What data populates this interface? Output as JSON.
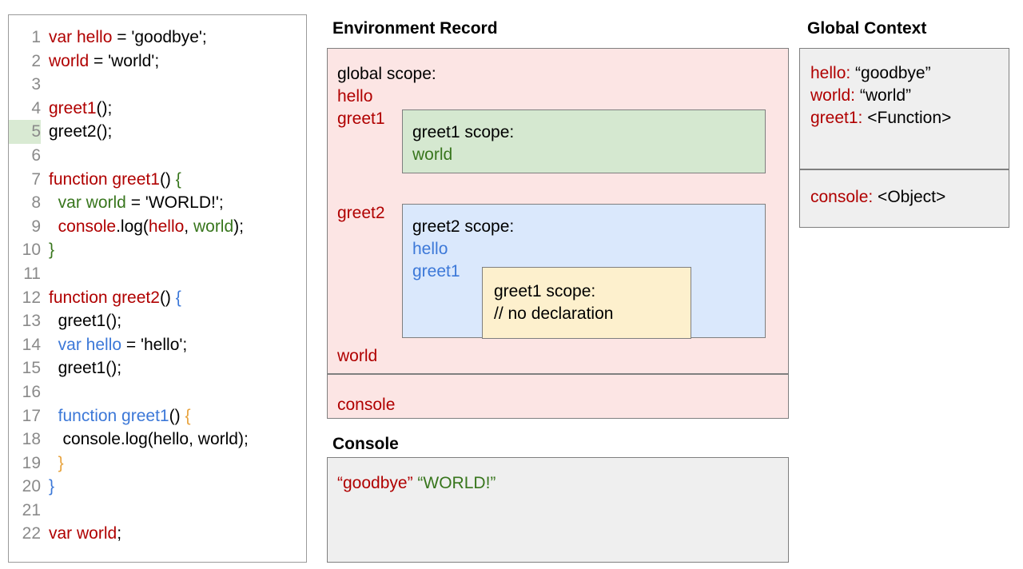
{
  "code_panel": {
    "highlighted_line": 5,
    "lines": [
      {
        "n": "1",
        "tokens": [
          {
            "t": "var hello",
            "c": "red"
          },
          {
            "t": " = 'goodbye';",
            "c": "black"
          }
        ]
      },
      {
        "n": "2",
        "tokens": [
          {
            "t": "world",
            "c": "red"
          },
          {
            "t": " = 'world';",
            "c": "black"
          }
        ]
      },
      {
        "n": "3",
        "tokens": []
      },
      {
        "n": "4",
        "tokens": [
          {
            "t": "greet1",
            "c": "red"
          },
          {
            "t": "();",
            "c": "black"
          }
        ]
      },
      {
        "n": "5",
        "tokens": [
          {
            "t": "greet2();",
            "c": "black"
          }
        ]
      },
      {
        "n": "6",
        "tokens": []
      },
      {
        "n": "7",
        "tokens": [
          {
            "t": "function greet1",
            "c": "red"
          },
          {
            "t": "() ",
            "c": "black"
          },
          {
            "t": "{",
            "c": "green"
          }
        ]
      },
      {
        "n": "8",
        "tokens": [
          {
            "t": "  ",
            "c": "black"
          },
          {
            "t": "var world",
            "c": "green"
          },
          {
            "t": " = 'WORLD!';",
            "c": "black"
          }
        ]
      },
      {
        "n": "9",
        "tokens": [
          {
            "t": "  ",
            "c": "black"
          },
          {
            "t": "console",
            "c": "red"
          },
          {
            "t": ".log(",
            "c": "black"
          },
          {
            "t": "hello",
            "c": "red"
          },
          {
            "t": ", ",
            "c": "black"
          },
          {
            "t": "world",
            "c": "green"
          },
          {
            "t": ");",
            "c": "black"
          }
        ]
      },
      {
        "n": "10",
        "tokens": [
          {
            "t": "}",
            "c": "green"
          }
        ]
      },
      {
        "n": "11",
        "tokens": []
      },
      {
        "n": "12",
        "tokens": [
          {
            "t": "function greet2",
            "c": "red"
          },
          {
            "t": "() ",
            "c": "black"
          },
          {
            "t": "{",
            "c": "blue"
          }
        ]
      },
      {
        "n": "13",
        "tokens": [
          {
            "t": "  greet1();",
            "c": "black"
          }
        ]
      },
      {
        "n": "14",
        "tokens": [
          {
            "t": "  ",
            "c": "black"
          },
          {
            "t": "var hello",
            "c": "blue"
          },
          {
            "t": " = 'hello';",
            "c": "black"
          }
        ]
      },
      {
        "n": "15",
        "tokens": [
          {
            "t": "  greet1();",
            "c": "black"
          }
        ]
      },
      {
        "n": "16",
        "tokens": []
      },
      {
        "n": "17",
        "tokens": [
          {
            "t": "  ",
            "c": "black"
          },
          {
            "t": "function greet1",
            "c": "blue"
          },
          {
            "t": "() ",
            "c": "black"
          },
          {
            "t": "{",
            "c": "orange"
          }
        ]
      },
      {
        "n": "18",
        "tokens": [
          {
            "t": "   console.log(hello, world);",
            "c": "black"
          }
        ]
      },
      {
        "n": "19",
        "tokens": [
          {
            "t": "  ",
            "c": "black"
          },
          {
            "t": "}",
            "c": "orange"
          }
        ]
      },
      {
        "n": "20",
        "tokens": [
          {
            "t": "}",
            "c": "blue"
          }
        ]
      },
      {
        "n": "21",
        "tokens": []
      },
      {
        "n": "22",
        "tokens": [
          {
            "t": "var world",
            "c": "red"
          },
          {
            "t": ";",
            "c": "black"
          }
        ]
      }
    ]
  },
  "environment_record": {
    "title": "Environment Record",
    "global_scope_label": "global scope:",
    "global_bindings": [
      "hello",
      "greet1",
      "greet2",
      "world"
    ],
    "console_binding": "console",
    "greet1_scope": {
      "title": "greet1 scope:",
      "bindings": [
        "world"
      ]
    },
    "greet2_scope": {
      "title": "greet2 scope:",
      "bindings": [
        "hello",
        "greet1"
      ],
      "inner_greet1_scope": {
        "title": "greet1 scope:",
        "note": "// no declaration"
      }
    }
  },
  "global_context": {
    "title": "Global Context",
    "entries": [
      {
        "key": "hello:",
        "value": " “goodbye”"
      },
      {
        "key": "world:",
        "value": " “world”"
      },
      {
        "key": "greet1:",
        "value": " <Function>"
      }
    ],
    "object_entries": [
      {
        "key": "console:",
        "value": " <Object>"
      }
    ]
  },
  "console": {
    "title": "Console",
    "output": [
      {
        "text": "“goodbye”",
        "color": "red"
      },
      {
        "text": " ",
        "color": "black"
      },
      {
        "text": "“WORLD!”",
        "color": "green"
      }
    ]
  },
  "colors": {
    "red": "#b00000",
    "green": "#38761d",
    "blue": "#3c78d8",
    "orange": "#e8a33d",
    "pink_panel": "#fce5e4",
    "green_box": "#d5e8d0",
    "blue_box": "#dae8fc",
    "yellow_box": "#fdf0cd",
    "gray_panel": "#efefef",
    "border": "#7f7f7f",
    "line_highlight": "#d9ead3"
  }
}
